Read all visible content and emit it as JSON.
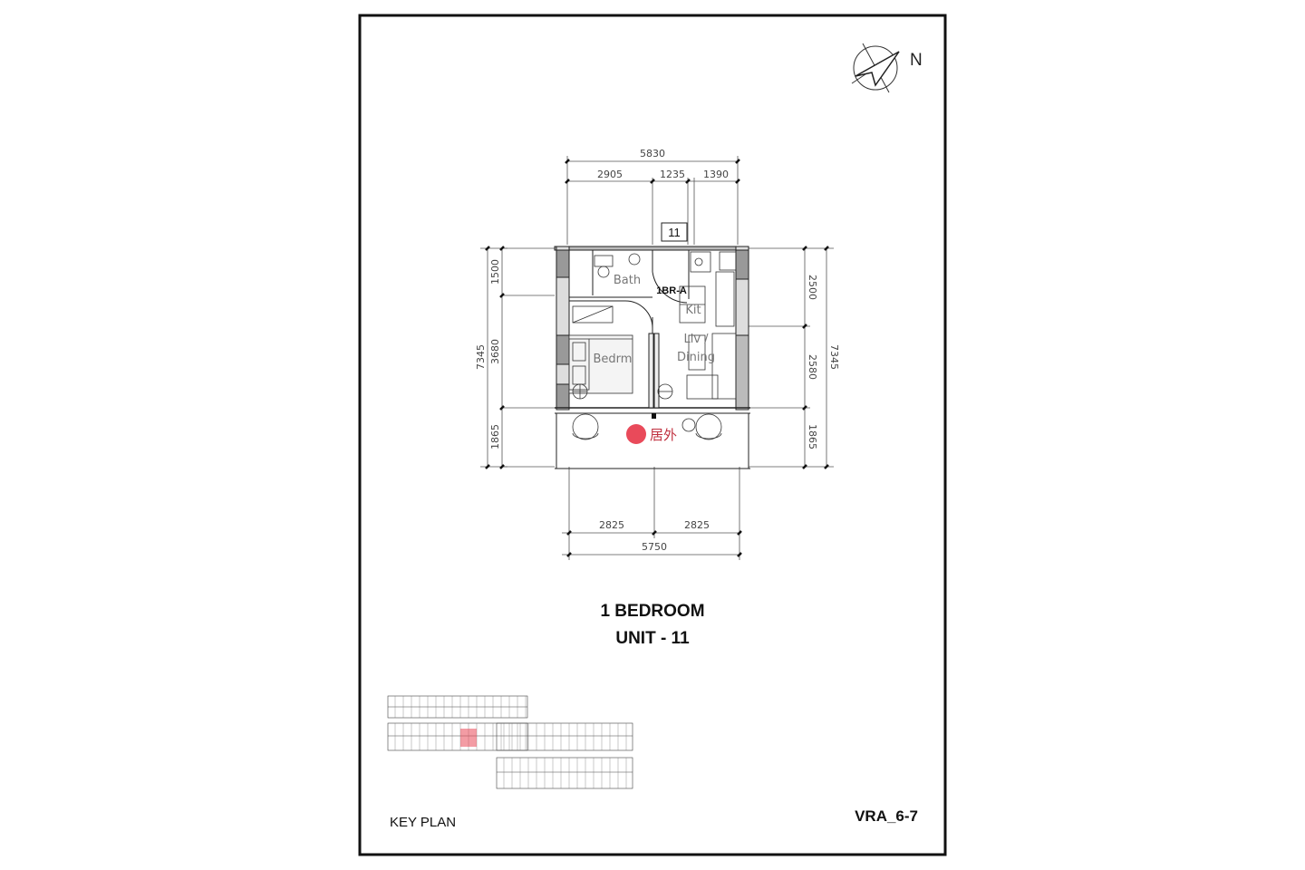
{
  "north_label": "N",
  "unit_tag": "11",
  "unit_type": "1BR-A",
  "rooms": {
    "bath": "Bath",
    "kit": "Kit",
    "liv_dining_1": "Liv /",
    "liv_dining_2": "Dining",
    "bedroom": "Bedrm"
  },
  "dimensions": {
    "top_total": "5830",
    "top_a": "2905",
    "top_b": "1235",
    "top_c": "1390",
    "left_total": "7345",
    "left_a": "1500",
    "left_b": "3680",
    "left_c": "1865",
    "right_total": "7345",
    "right_a": "2500",
    "right_b": "2580",
    "right_c": "1865",
    "bottom_a": "2825",
    "bottom_b": "2825",
    "bottom_total": "5750"
  },
  "title_line1": "1 BEDROOM",
  "title_line2": "UNIT - 11",
  "key_plan_label": "KEY PLAN",
  "drawing_code": "VRA_6-7",
  "watermark": "居外",
  "colors": {
    "frame": "#111111",
    "wall": "#aaaaaa",
    "highlight": "#e94a5a"
  }
}
